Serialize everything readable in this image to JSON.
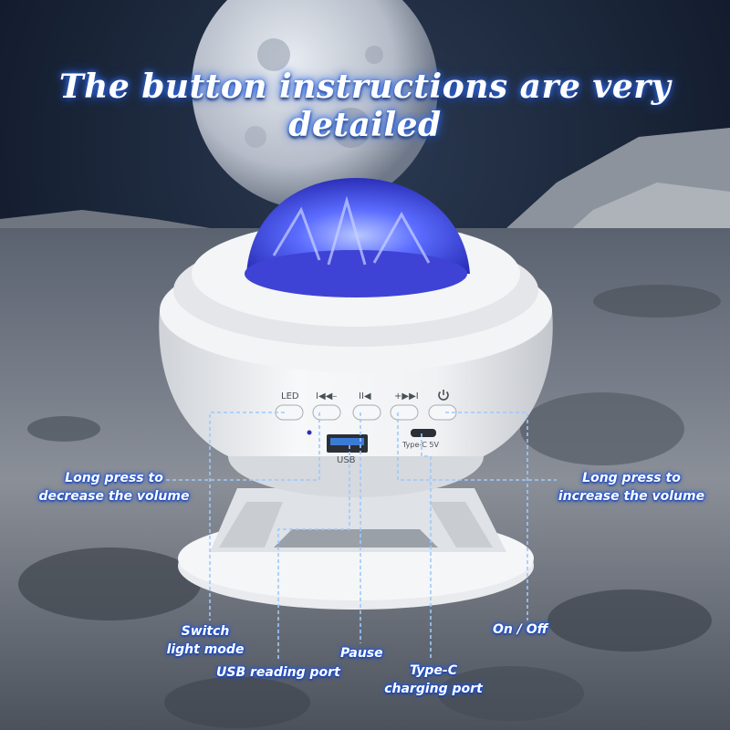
{
  "headline": "The button instructions are very detailed",
  "panel": {
    "led_label": "LED",
    "prev_label": "I◀◀–",
    "pause_label": "II◀",
    "next_label": "+▶▶I",
    "usb_label": "USB",
    "typec_label": "Type-C 5V"
  },
  "callouts": {
    "vol_down_line1": "Long press to",
    "vol_down_line2": "decrease the volume",
    "vol_up_line1": "Long press to",
    "vol_up_line2": "increase the volume",
    "switch_line1": "Switch",
    "switch_line2": "light mode",
    "pause": "Pause",
    "usb_port": "USB reading port",
    "on_off": "On / Off",
    "typec_line1": "Type-C",
    "typec_line2": "charging port"
  },
  "colors": {
    "callout_line": "#9ec8ff",
    "dome": "#4d63ff",
    "body": "#eef0f2",
    "label_glow": "#1d4fd0"
  }
}
